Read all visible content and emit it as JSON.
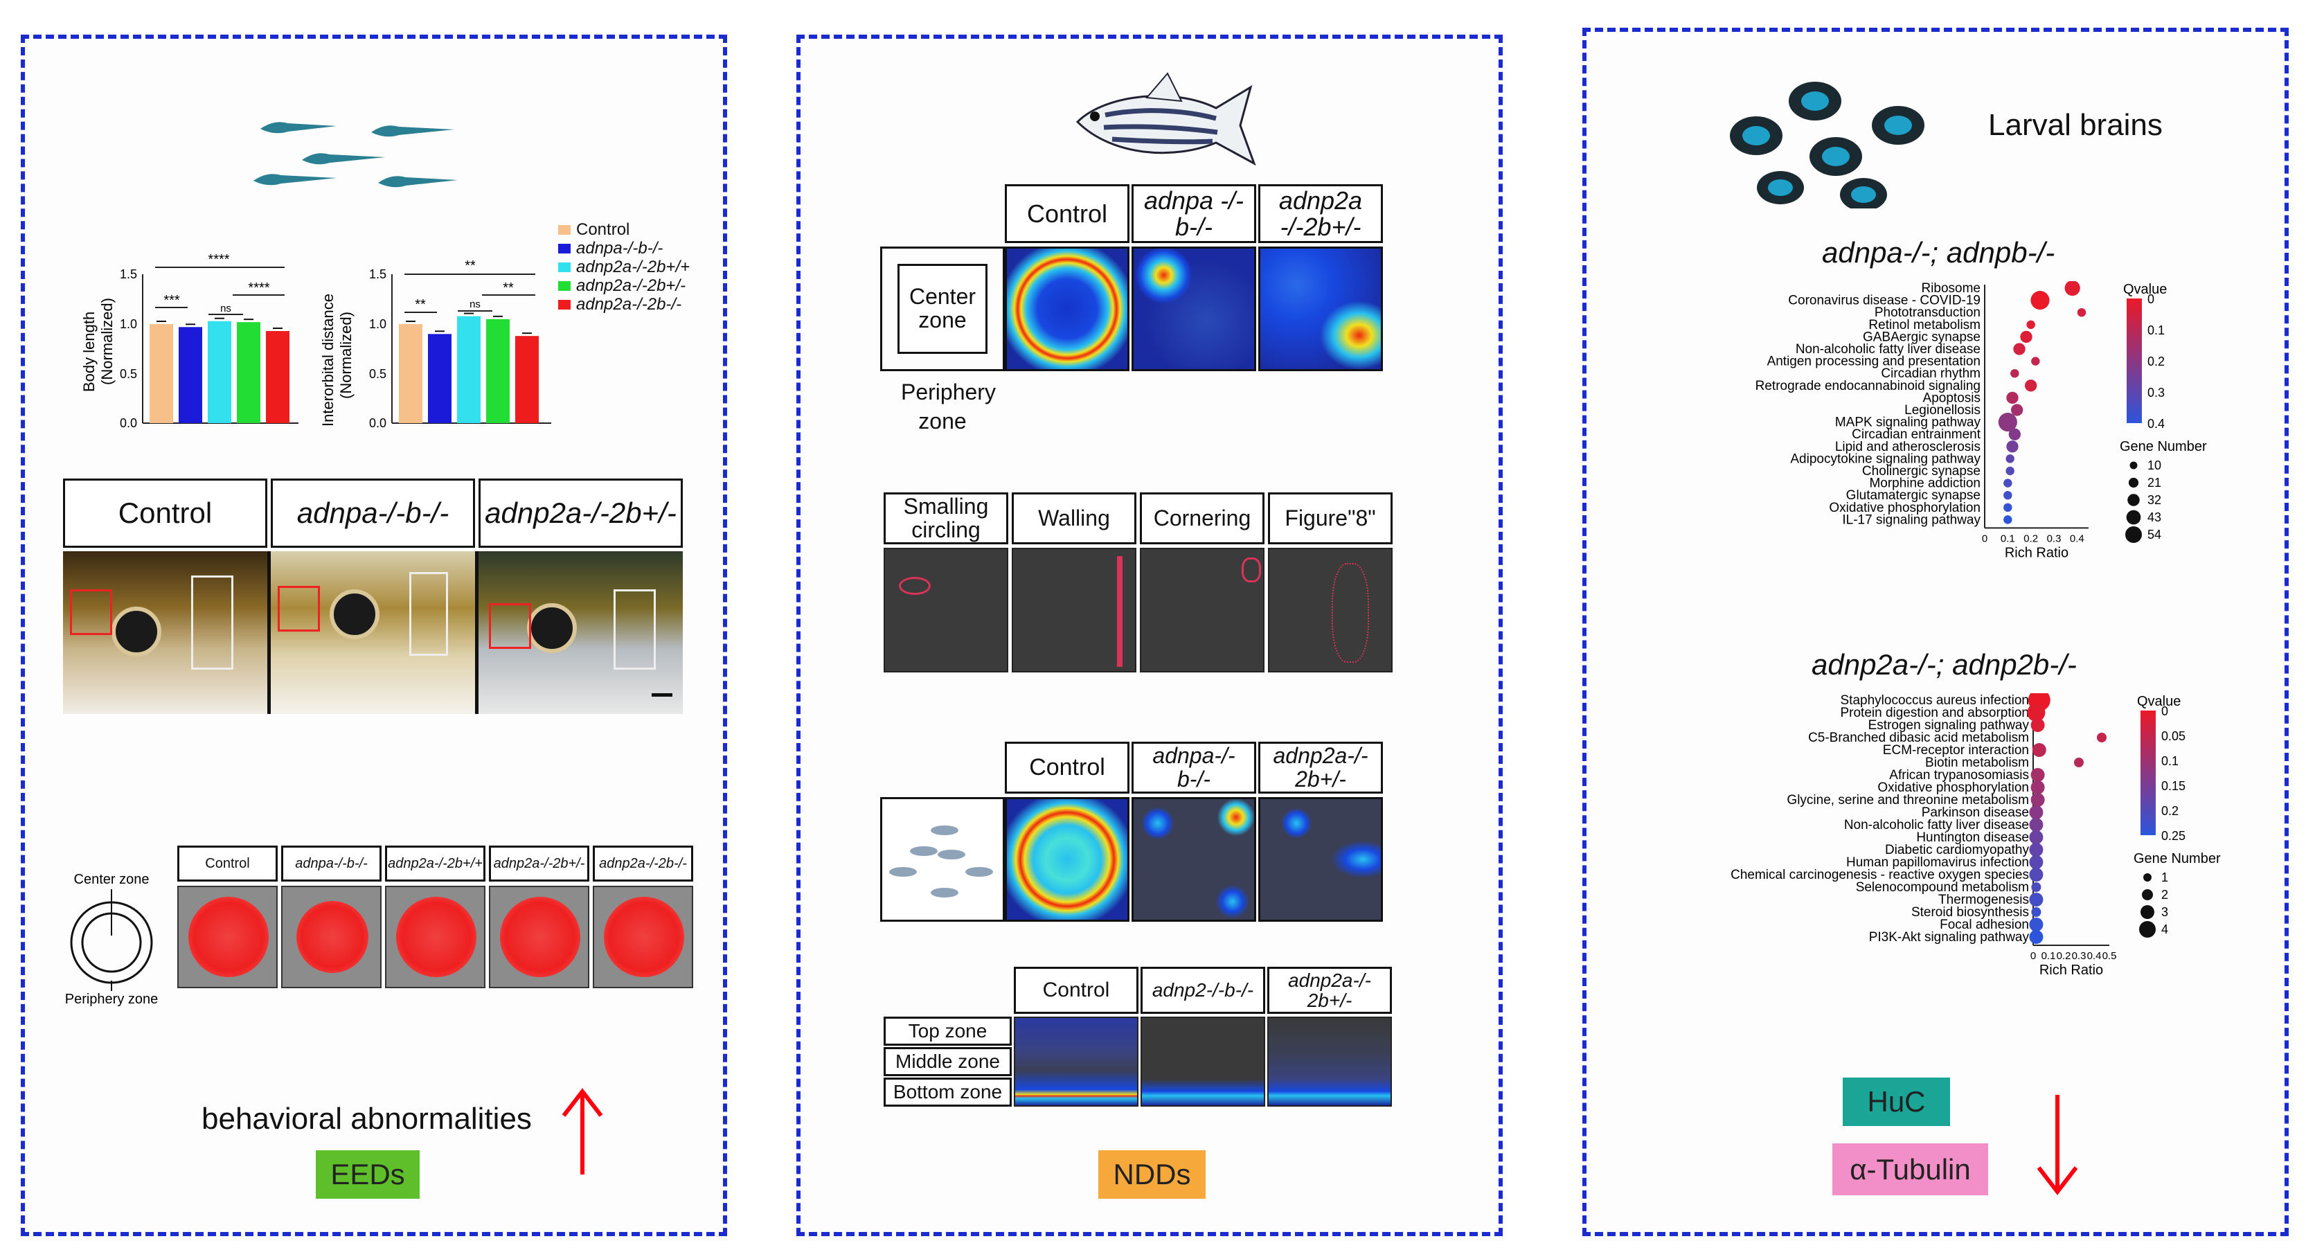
{
  "left": {
    "chart1": {
      "ylabel": "Body length\n(Normalized)",
      "ylabel_lines": [
        "Body length",
        "(Normalized)"
      ],
      "ticks": [
        "1.5",
        "1.0",
        "0.5",
        "0.0"
      ],
      "sig": [
        "****",
        "***",
        "ns",
        "****"
      ]
    },
    "chart2": {
      "ylabel_lines": [
        "Interorbital distance",
        "(Normalized)"
      ],
      "ticks": [
        "1.5",
        "1.0",
        "0.5",
        "0.0"
      ],
      "sig": [
        "**",
        "**",
        "ns",
        "**"
      ]
    },
    "legend": [
      {
        "label": "Control",
        "color": "#f7c08a"
      },
      {
        "label": "adnpa-/-b-/-",
        "color": "#1a1ad8"
      },
      {
        "label": "adnp2a-/-2b+/+",
        "color": "#33e0ee"
      },
      {
        "label": "adnp2a-/-2b+/-",
        "color": "#22dd33"
      },
      {
        "label": "adnp2a-/-2b-/-",
        "color": "#ee1c1c"
      }
    ],
    "fish_headers": [
      "Control",
      "adnpa-/-b-/-",
      "adnp2a-/-2b+/-"
    ],
    "dish_headers": [
      "Control",
      "adnpa-/-b-/-",
      "adnp2a-/-2b+/+",
      "adnp2a-/-2b+/-",
      "adnp2a-/-2b-/-"
    ],
    "center_zone": "Center zone",
    "periphery_zone": "Periphery zone",
    "behavior_text": "behavioral abnormalities",
    "tag": "EEDs",
    "tag_color": "#5fbf2a"
  },
  "middle": {
    "heat_headers": [
      "Control",
      "adnpa -/-b-/-",
      "adnp2a -/-2b+/-"
    ],
    "center_zone": "Center zone",
    "periphery_zone": "Periphery zone",
    "track_headers": [
      "Smalling circling",
      "Walling",
      "Cornering",
      "Figure\"8\""
    ],
    "shoal_headers": [
      "Control",
      "adnpa-/- b-/-",
      "adnp2a-/- 2b+/-"
    ],
    "tank_headers": [
      "Control",
      "adnp2-/-b-/-",
      "adnp2a-/- 2b+/-"
    ],
    "tank_zones": [
      "Top zone",
      "Middle zone",
      "Bottom zone"
    ],
    "tag": "NDDs",
    "tag_color": "#f7a83a"
  },
  "right": {
    "title": "Larval brains",
    "kegg1": {
      "title": "adnpa-/-; adnpb-/-",
      "terms": [
        "Ribosome",
        "Coronavirus disease - COVID-19",
        "Phototransduction",
        "Retinol metabolism",
        "GABAergic synapse",
        "Non-alcoholic fatty liver disease",
        "Antigen processing and presentation",
        "Circadian rhythm",
        "Retrograde endocannabinoid signaling",
        "Apoptosis",
        "Legionellosis",
        "MAPK signaling pathway",
        "Circadian entrainment",
        "Lipid and atherosclerosis",
        "Adipocytokine signaling pathway",
        "Cholinergic synapse",
        "Morphine addiction",
        "Glutamatergic synapse",
        "Oxidative phosphorylation",
        "IL-17 signaling pathway"
      ],
      "rich_ratio": [
        0.38,
        0.24,
        0.42,
        0.2,
        0.18,
        0.15,
        0.22,
        0.13,
        0.2,
        0.12,
        0.14,
        0.1,
        0.13,
        0.12,
        0.11,
        0.11,
        0.1,
        0.1,
        0.1,
        0.1
      ],
      "qvalue": [
        0.02,
        0.0,
        0.05,
        0.02,
        0.03,
        0.05,
        0.08,
        0.1,
        0.05,
        0.12,
        0.15,
        0.2,
        0.22,
        0.25,
        0.3,
        0.32,
        0.34,
        0.36,
        0.38,
        0.4
      ],
      "gene_number": [
        32,
        43,
        10,
        10,
        21,
        21,
        10,
        10,
        21,
        21,
        21,
        43,
        21,
        21,
        10,
        10,
        10,
        10,
        10,
        10
      ],
      "xticks": [
        "0",
        "0.1",
        "0.2",
        "0.3",
        "0.4"
      ],
      "xlabel": "Rich Ratio",
      "q_title": "Qvalue",
      "q_ticks": [
        "0",
        "0.1",
        "0.2",
        "0.3",
        "0.4"
      ],
      "gn_title": "Gene Number",
      "gn_values": [
        "10",
        "21",
        "32",
        "43",
        "54"
      ]
    },
    "kegg2": {
      "title": "adnp2a-/-; adnp2b-/-",
      "terms": [
        "Staphylococcus aureus infection",
        "Protein digestion and absorption",
        "Estrogen signaling pathway",
        "C5-Branched dibasic acid metabolism",
        "ECM-receptor interaction",
        "Biotin metabolism",
        "African trypanosomiasis",
        "Oxidative phosphorylation",
        "Glycine, serine and threonine metabolism",
        "Parkinson disease",
        "Non-alcoholic fatty liver disease",
        "Huntington disease",
        "Diabetic cardiomyopathy",
        "Human papillomavirus infection",
        "Chemical carcinogenesis - reactive oxygen species",
        "Selenocompound metabolism",
        "Thermogenesis",
        "Steroid biosynthesis",
        "Focal adhesion",
        "PI3K-Akt signaling pathway"
      ],
      "rich_ratio": [
        0.04,
        0.02,
        0.03,
        0.45,
        0.04,
        0.3,
        0.03,
        0.03,
        0.03,
        0.02,
        0.02,
        0.02,
        0.02,
        0.02,
        0.02,
        0.02,
        0.02,
        0.02,
        0.02,
        0.02
      ],
      "qvalue": [
        0.0,
        0.01,
        0.02,
        0.05,
        0.06,
        0.07,
        0.09,
        0.1,
        0.11,
        0.13,
        0.15,
        0.17,
        0.18,
        0.19,
        0.2,
        0.21,
        0.22,
        0.23,
        0.24,
        0.25
      ],
      "gene_number": [
        4,
        3,
        2,
        1,
        2,
        1,
        2,
        2,
        2,
        2,
        2,
        2,
        2,
        2,
        2,
        1,
        2,
        1,
        2,
        2
      ],
      "xticks": [
        "0",
        "0.1",
        "0.2",
        "0.3",
        "0.4",
        "0.5"
      ],
      "xlabel": "Rich Ratio",
      "q_title": "Qvalue",
      "q_ticks": [
        "0",
        "0.05",
        "0.1",
        "0.15",
        "0.2",
        "0.25"
      ],
      "gn_title": "Gene Number",
      "gn_values": [
        "1",
        "2",
        "3",
        "4"
      ]
    },
    "marker1": "HuC",
    "marker1_color": "#1aa596",
    "marker2": "α-Tubulin",
    "marker2_color": "#f28fc8"
  }
}
